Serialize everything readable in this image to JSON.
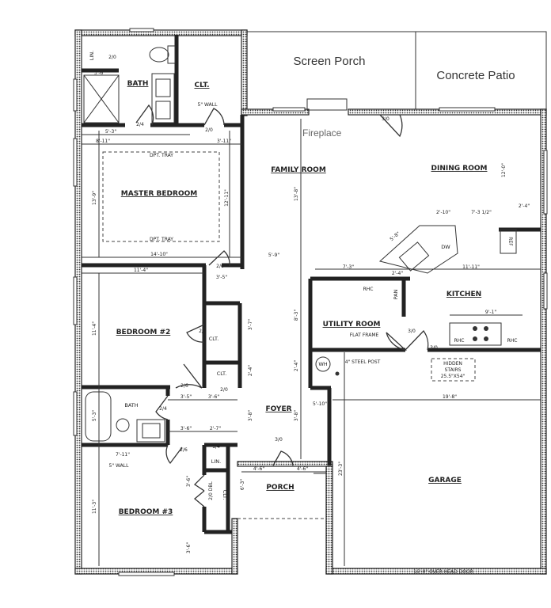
{
  "areas": {
    "screen_porch": "Screen Porch",
    "concrete_patio": "Concrete Patio",
    "fireplace": "Fireplace"
  },
  "rooms": {
    "master_bath": "BATH",
    "master_closet": "CLT.",
    "master_linen": "LIN.",
    "master_bedroom": "MASTER BEDROOM",
    "family_room": "FAMILY ROOM",
    "dining_room": "DINING ROOM",
    "kitchen": "KITCHEN",
    "utility_room": "UTILITY ROOM",
    "bedroom2": "BEDROOM #2",
    "bed2_closet": "CLT.",
    "hall_closet": "CLT.",
    "bath2": "BATH",
    "linen": "LIN.",
    "bedroom3": "BEDROOM #3",
    "bed3_closet": "CLT.",
    "foyer": "FOYER",
    "porch": "PORCH",
    "garage": "GARAGE"
  },
  "notes": {
    "tray_top": "DPT. TRAY",
    "tray_bottom": "DPT. TRAY",
    "wall_5in_master": "5\" WALL",
    "wall_5in_bath2": "5\" WALL",
    "flat_frame": "FLAT FRAME",
    "steel_post": "4\" STEEL POST",
    "water_heater": "WH",
    "hidden_stairs_1": "HIDDEN",
    "hidden_stairs_2": "STAIRS",
    "hidden_stairs_3": "25.5\"X54\"",
    "overhead_door": "16'-0\" OVER HEAD DOOR",
    "pantry": "PAN",
    "dishwasher": "DW",
    "rhc_utility": "RHC",
    "rhc_kitchen_left": "RHC",
    "rhc_kitchen_right": "RHC",
    "ref": "REF"
  },
  "doors": {
    "lin_master": "2/0",
    "master_bath": "2/4",
    "master_closet": "2/0",
    "master_bedroom": "2/6",
    "rear": "3/0",
    "bed2_closet": "2/0",
    "bed2": "2/6",
    "hall_closet": "2/0",
    "bath2": "2/4",
    "bed3": "2/6",
    "linen": "1/4",
    "bed3_closet": "2/0 DBL",
    "front": "3/0",
    "utility": "3/0",
    "garage": "3/0"
  },
  "dimensions": {
    "shower_w": "3'-6\"",
    "bath_w1": "5'-3\"",
    "bath_w2": "8'-11\"",
    "closet_w": "3'-11\"",
    "master_w": "14'-10\"",
    "master_h_left": "13'-9\"",
    "master_h_right": "12'-11\"",
    "bed2_w": "11'-4\"",
    "bed2_h": "11'-4\"",
    "hall_w1": "3'-5\"",
    "hall_w2": "5'-9\"",
    "family_h": "13'-8\"",
    "dining_h": "12'-0\"",
    "bar_w": "2'-10\"",
    "bar_w2": "7'-3 1/2\"",
    "bar_diag": "5'-8\"",
    "wall_24": "2'-4\"",
    "ref_w": "2'-4\"",
    "util_w": "7'-3\"",
    "kitchen_w": "11'-11\"",
    "counter_w": "9'-1\"",
    "util_h": "8'-3\"",
    "hall_h1": "3'-7\"",
    "hall_h2": "2'-4\"",
    "foyer_h": "3'-8\"",
    "hall_35": "3'-5\"",
    "hall_36": "3'-6\"",
    "bath2_h": "5'-3\"",
    "hall_36b": "3'-6\"",
    "hall_27": "2'-7\"",
    "bath2_w": "7'-11\"",
    "bed3_h": "11'-3\"",
    "bed3_h2": "3'-6\"",
    "bed3_h3": "3'-6\"",
    "porch_w1": "4'-6\"",
    "porch_w2": "4'-6\"",
    "porch_h": "6'-3\"",
    "garage_w": "19'-8\"",
    "garage_h": "23'-3\"",
    "garage_step": "5'-10\"",
    "foyer_h2": "3'-8\""
  },
  "colors": {
    "wall": "#222222",
    "background": "#ffffff",
    "label_gray": "#666666"
  }
}
